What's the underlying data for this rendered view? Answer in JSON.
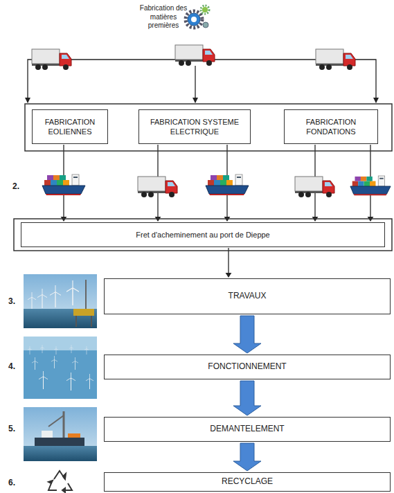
{
  "diagram": {
    "nodes": [
      {
        "text": [
          "FABRICATION EOLIENNES"
        ]
      },
      {
        "text": [
          "FABRICATION SYSTEME ELECTRIQUE"
        ]
      },
      {
        "text": [
          "FABRICATION FONDATIONS"
        ]
      },
      {
        "text": [
          "Fret d'acheminement au port de Dieppe"
        ]
      },
      {
        "text": [
          "TRAVAUX"
        ]
      },
      {
        "text": [
          "FONCTIONNEMENT"
        ]
      },
      {
        "text": [
          "DEMANTELEMENT"
        ]
      },
      {
        "text": [
          "RECYCLAGE"
        ]
      }
    ],
    "edges": [
      {
        "from": 0,
        "to": 3,
        "arrow": "to"
      },
      {
        "from": 1,
        "to": 3,
        "arrow": "to"
      },
      {
        "from": 1,
        "to": 3,
        "arrow": "to"
      },
      {
        "from": 2,
        "to": 3,
        "arrow": "to"
      },
      {
        "from": 2,
        "to": 3,
        "arrow": "to"
      },
      {
        "from": 3,
        "to": 4,
        "arrow": "to"
      },
      {
        "from": 4,
        "to": 5,
        "arrow": "to"
      },
      {
        "from": 5,
        "to": 6,
        "arrow": "to"
      },
      {
        "from": 6,
        "to": 7,
        "arrow": "to"
      }
    ],
    "labels": [
      "Fabrication des matières premières",
      "2.",
      "3.",
      "4.",
      "5.",
      "6."
    ]
  }
}
